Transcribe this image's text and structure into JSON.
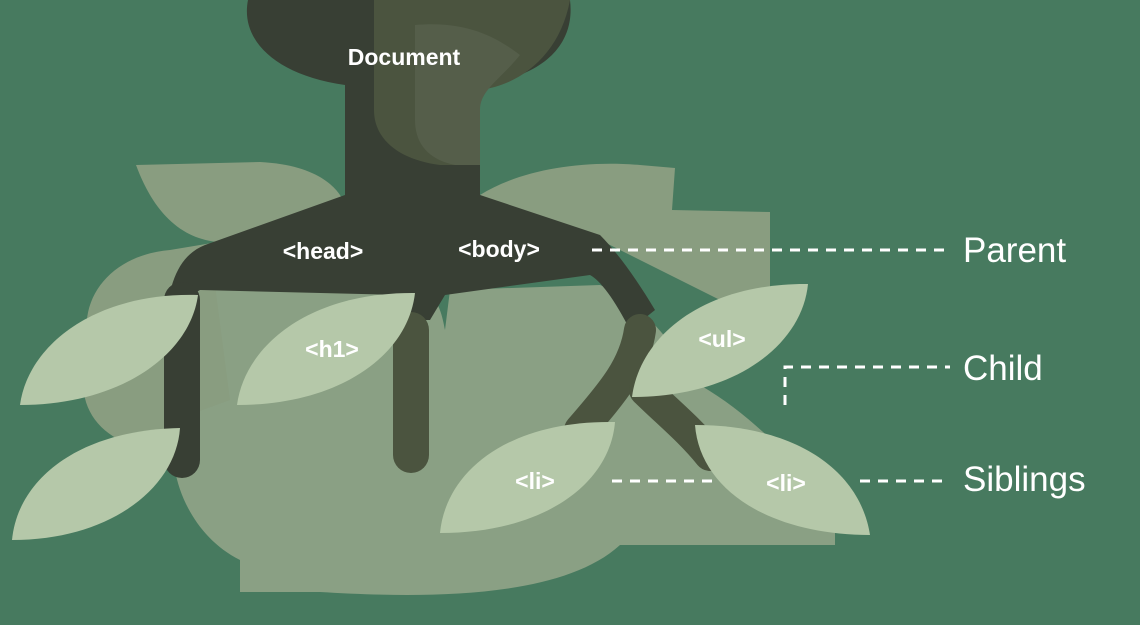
{
  "nodes": {
    "document": "Document",
    "head": "<head>",
    "body": "<body>",
    "h1": "<h1>",
    "ul": "<ul>",
    "li_left": "<li>",
    "li_right": "<li>"
  },
  "relations": {
    "parent": "Parent",
    "child": "Child",
    "siblings": "Siblings"
  },
  "colors": {
    "background": "#477a5f",
    "foliage_back": "#899d80",
    "foliage_mid": "#8aa084",
    "leaf": "#b5c8a9",
    "trunk_dark": "#383f34",
    "trunk_light": "#4b543f",
    "line": "#ffffff"
  }
}
